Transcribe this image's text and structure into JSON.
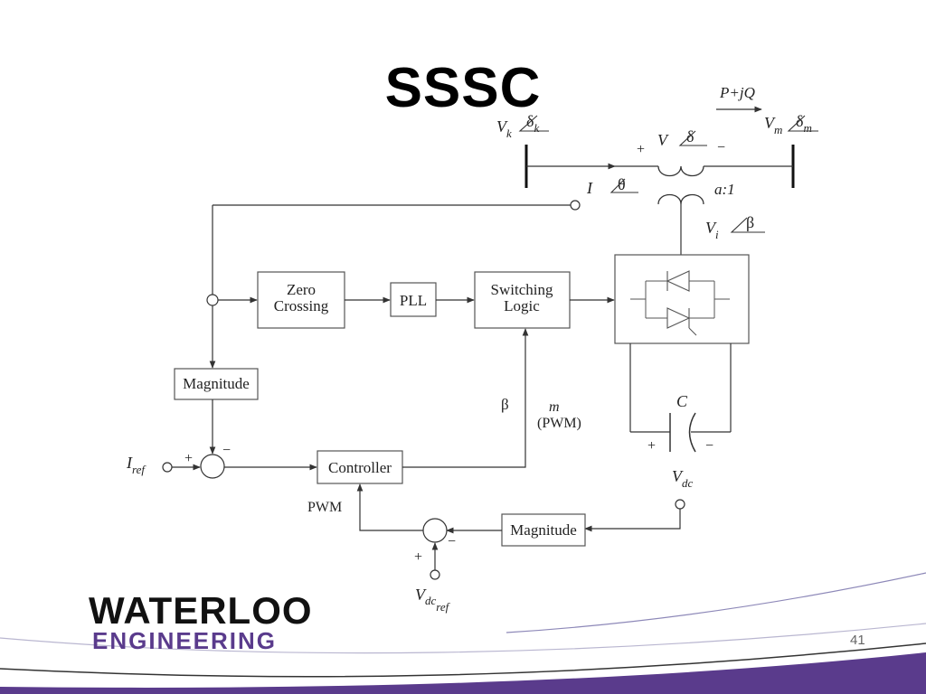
{
  "slide": {
    "title": "SSSC",
    "page_number": "41"
  },
  "logo": {
    "line1": "WATERLOO",
    "line2": "ENGINEERING",
    "color": "#5a3b8c"
  },
  "diagram": {
    "blocks": {
      "zero_crossing": [
        "Zero",
        "Crossing"
      ],
      "pll": "PLL",
      "switching_logic": [
        "Switching",
        "Logic"
      ],
      "magnitude_left": "Magnitude",
      "controller": "Controller",
      "magnitude_right": "Magnitude"
    },
    "labels": {
      "vk": "V",
      "vk_sub": "k",
      "vk_angle": "δ",
      "vk_angle_sub": "k",
      "power_flow": "P+jQ",
      "vm": "V",
      "vm_sub": "m",
      "vm_angle": "δ",
      "vm_angle_sub": "m",
      "v_series": "V",
      "v_angle": "δ",
      "current": "I",
      "current_angle": "θ",
      "ratio": "a:1",
      "vi": "V",
      "vi_sub": "i",
      "vi_angle": "β",
      "capacitor": "C",
      "beta": "β",
      "m_label": "m",
      "pwm_paren": "(PWM)",
      "iref": "I",
      "iref_sub": "ref",
      "vdc": "V",
      "vdc_sub": "dc",
      "vdcref": "V",
      "vdcref_sub": "dc",
      "vdcref_sub2": "ref",
      "pwm": "PWM",
      "plus": "+",
      "minus": "−"
    }
  }
}
